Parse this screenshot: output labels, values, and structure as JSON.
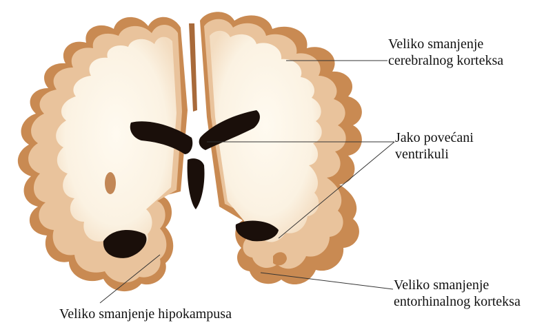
{
  "labels": {
    "cortex": [
      "Veliko smanjenje",
      "cerebralnog korteksa"
    ],
    "ventricles": [
      "Jako povećani",
      "ventrikuli"
    ],
    "entorhinal": [
      "Veliko smanjenje",
      "entorhinalnog korteksa"
    ],
    "hippocampus": "Veliko smanjenje hipokampusa"
  },
  "colors": {
    "cortex_edge": "#c98a52",
    "grey_matter": "#e9c39c",
    "white_matter": "#fbf5ea",
    "ventricle": "#1a0f0a",
    "leader_line": "#333333"
  }
}
